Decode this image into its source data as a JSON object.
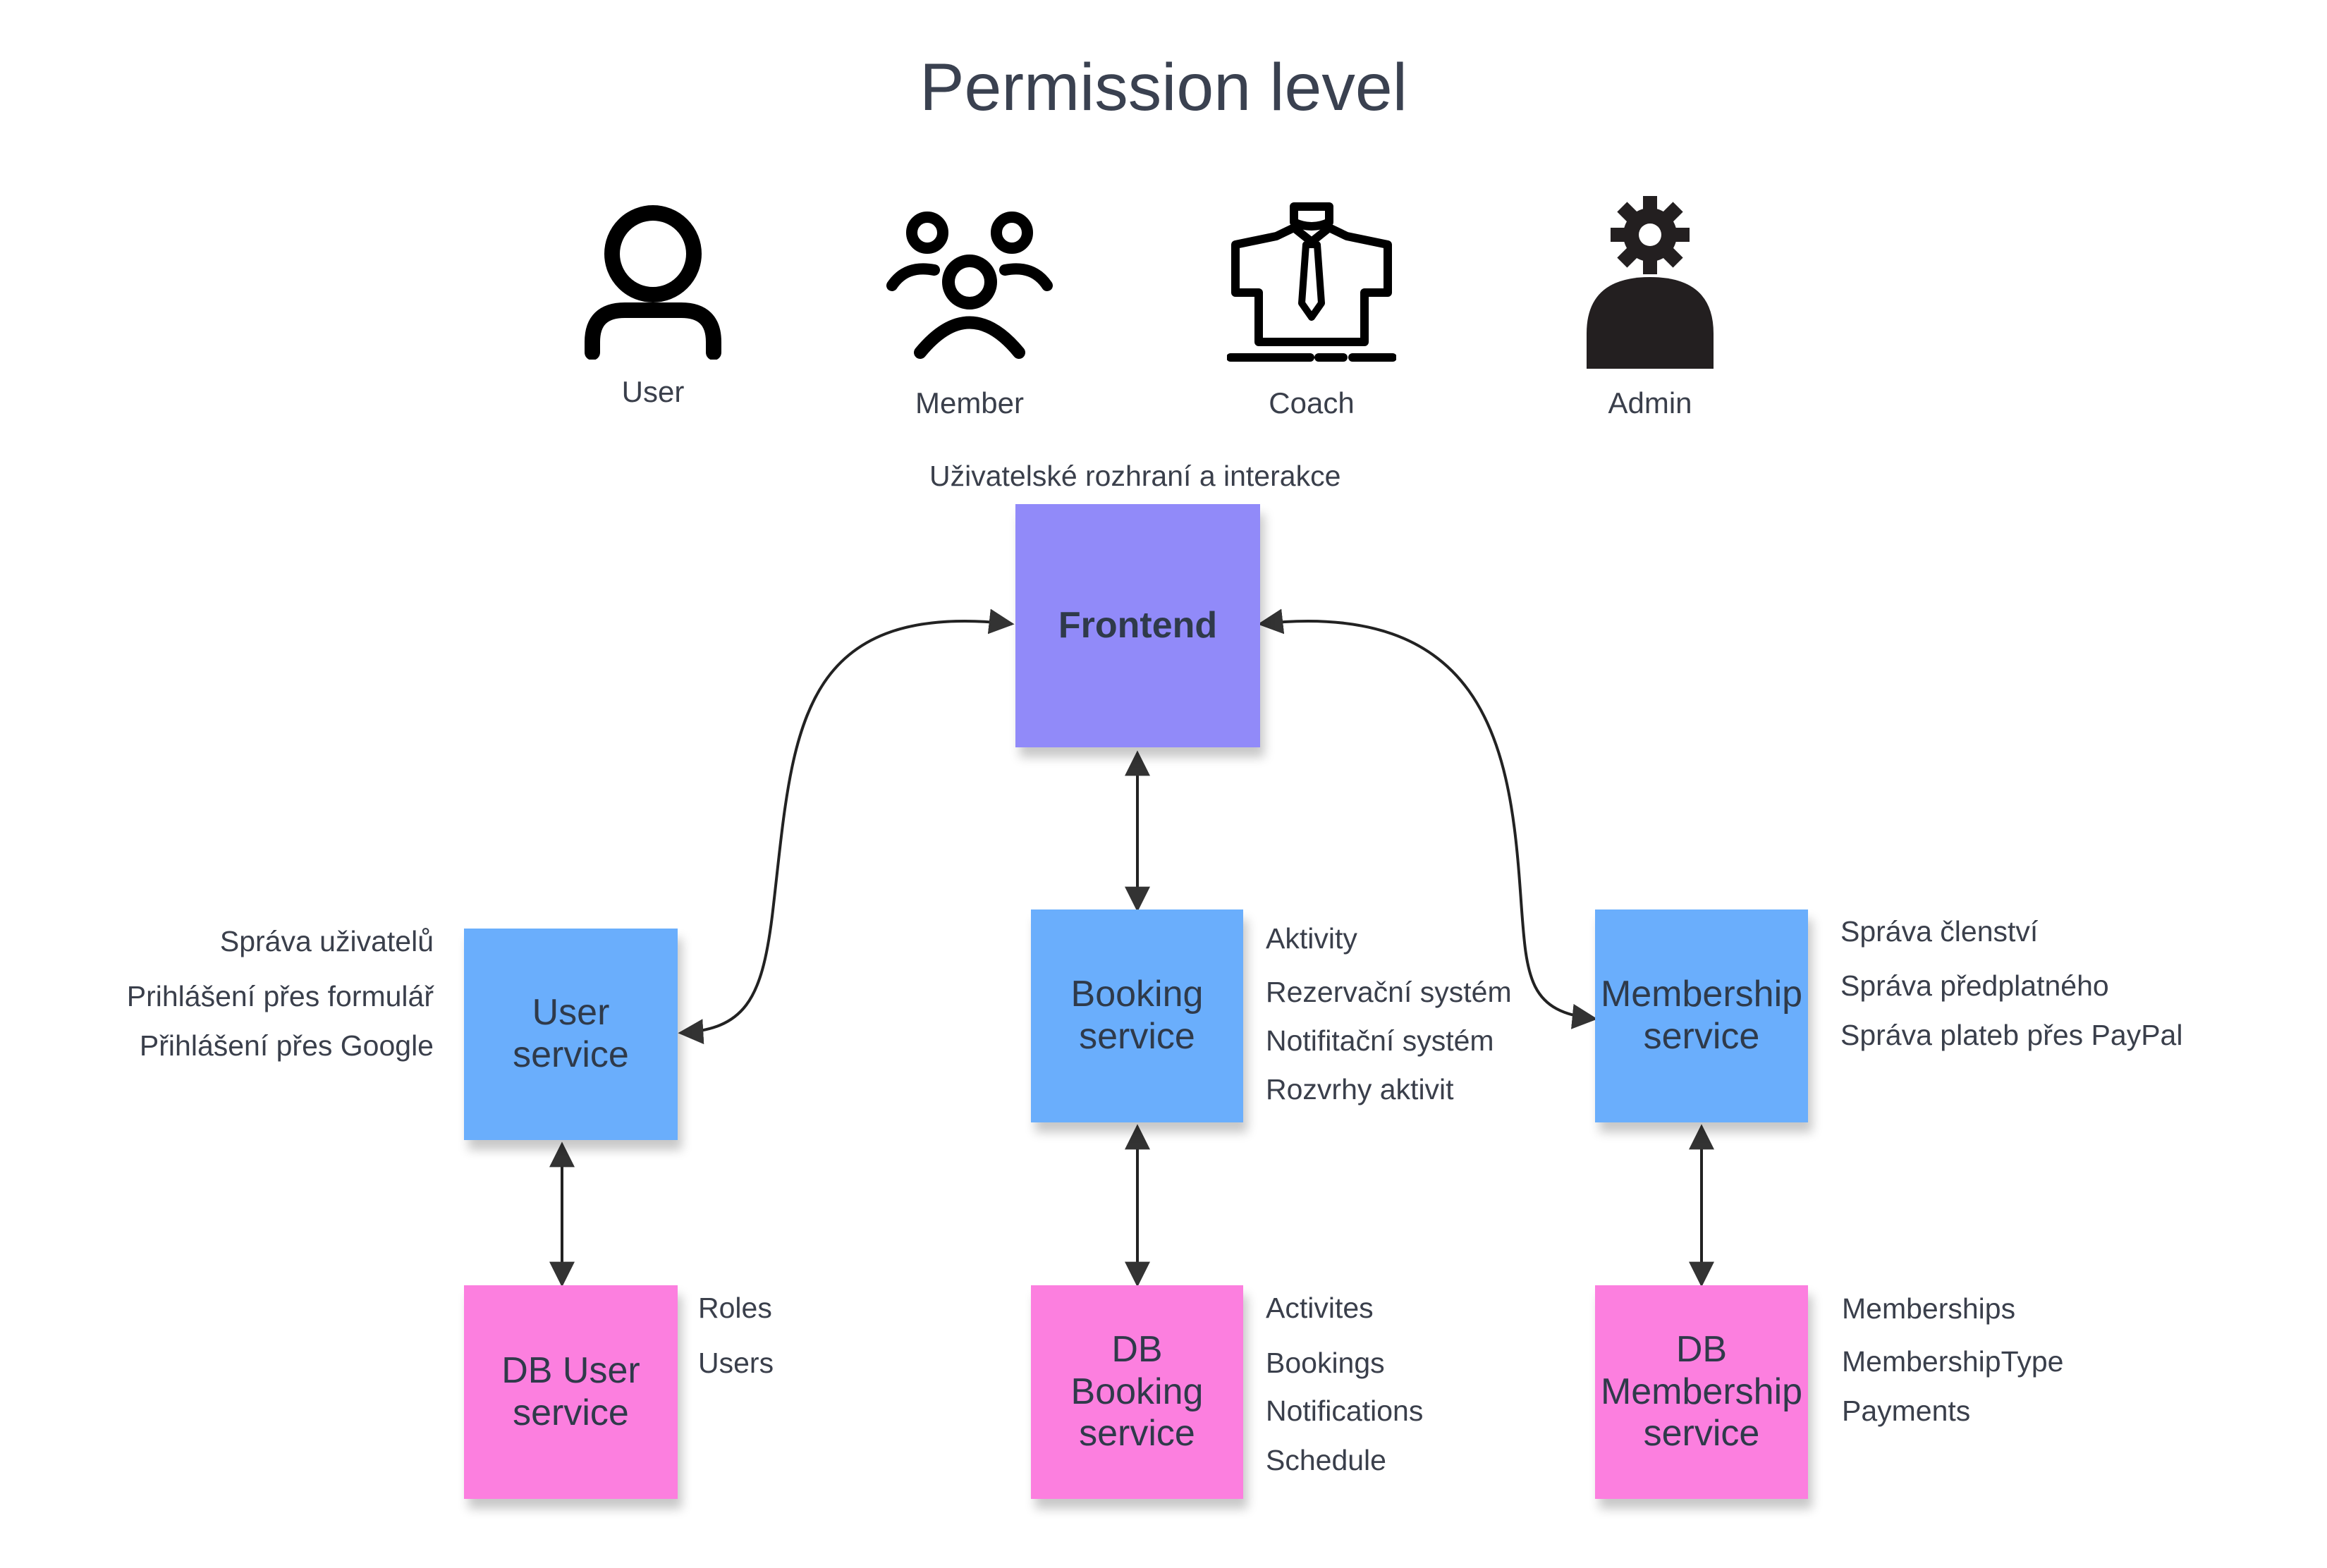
{
  "title": "Permission level",
  "roles": [
    {
      "label": "User",
      "icon": "user-icon"
    },
    {
      "label": "Member",
      "icon": "group-icon"
    },
    {
      "label": "Coach",
      "icon": "coach-icon"
    },
    {
      "label": "Admin",
      "icon": "admin-icon"
    }
  ],
  "frontend": {
    "caption": "Uživatelské rozhraní a interakce",
    "label": "Frontend",
    "color": "#918af9"
  },
  "services": {
    "user": {
      "label": "User\nservice",
      "notes": [
        "Správa uživatelů",
        "Prihlášení přes formulář",
        "Přihlášení přes Google"
      ]
    },
    "booking": {
      "label": "Booking\nservice",
      "notes": [
        "Aktivity",
        "Rezervační systém",
        "Notifitační systém",
        "Rozvrhy aktivit"
      ]
    },
    "membership": {
      "label": "Membership\nservice",
      "notes": [
        "Správa členství",
        "Správa předplatného",
        "Správa plateb přes PayPal"
      ]
    },
    "color": "#6aaefc"
  },
  "databases": {
    "user": {
      "label": "DB User\nservice",
      "tables": [
        "Roles",
        "Users"
      ]
    },
    "booking": {
      "label": "DB\nBooking\nservice",
      "tables": [
        "Activites",
        "Bookings",
        "Notifications",
        "Schedule"
      ]
    },
    "membership": {
      "label": "DB\nMembership\nservice",
      "tables": [
        "Memberships",
        "MembershipType",
        "Payments"
      ]
    },
    "color": "#fc7fdf"
  }
}
